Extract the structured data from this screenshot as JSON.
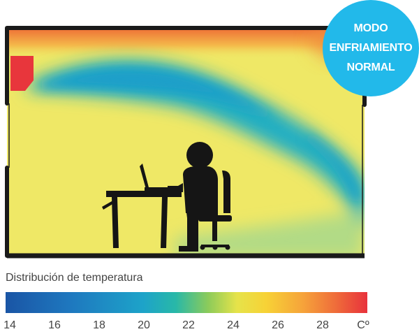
{
  "badge": {
    "line1": "MODO",
    "line2": "ENFRIAMIENTO",
    "line3": "NORMAL",
    "color": "#22b9ea"
  },
  "diagram": {
    "room_color": "#efe866",
    "hot_color": "#ef7a3a",
    "cold_color": "#1aa9c7",
    "ac_unit_color": "#e8363c",
    "icons": [
      "air-conditioner-icon",
      "person-at-laptop-icon",
      "desk-icon",
      "office-chair-icon"
    ]
  },
  "legend": {
    "title": "Distribución de temperatura",
    "ticks": [
      "14",
      "16",
      "18",
      "20",
      "22",
      "24",
      "26",
      "28",
      "Cº"
    ]
  }
}
